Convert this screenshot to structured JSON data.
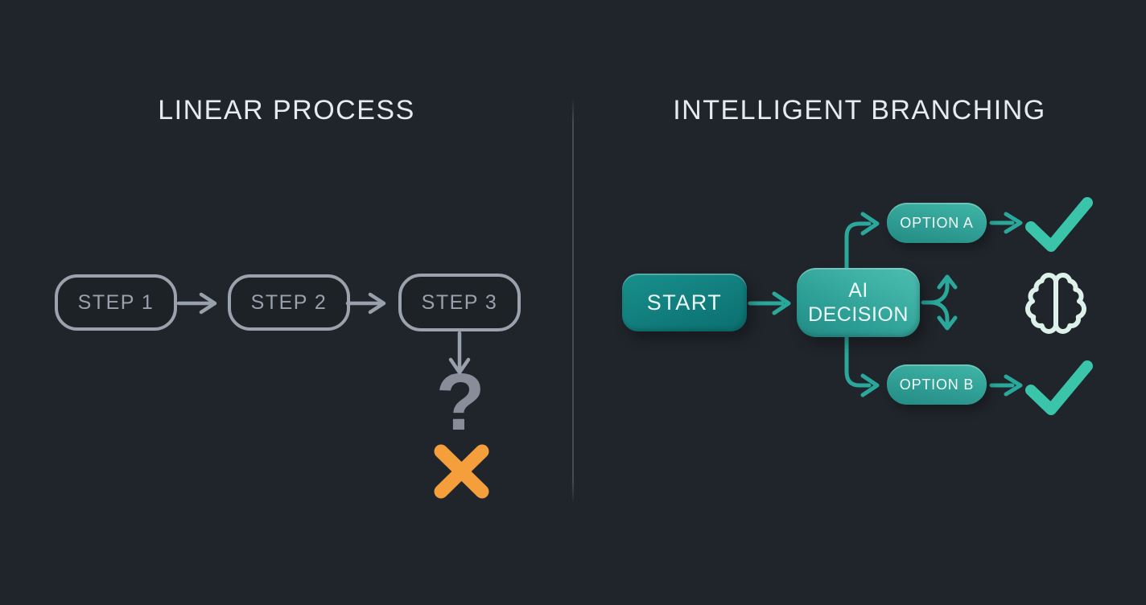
{
  "background_color": "#20252b",
  "divider_color": "#454c58",
  "left_panel": {
    "title": "LINEAR PROCESS",
    "steps": [
      {
        "label": "STEP 1"
      },
      {
        "label": "STEP 2"
      },
      {
        "label": "STEP 3"
      }
    ],
    "question_mark": "?",
    "icons": [
      {
        "name": "arrow-right-icon"
      },
      {
        "name": "arrow-down-icon"
      },
      {
        "name": "x-mark-icon"
      }
    ],
    "colors": {
      "title": "#e7eaee",
      "box_border": "#9aa2ad",
      "box_text": "#99a1ac",
      "arrow": "#97a0ab",
      "question_mark": "#878e99",
      "x_mark": "#f49e3c"
    }
  },
  "right_panel": {
    "title": "INTELLIGENT BRANCHING",
    "start_label": "START",
    "decision_label_line1": "AI",
    "decision_label_line2": "DECISION",
    "options": [
      {
        "label": "OPTION A"
      },
      {
        "label": "OPTION B"
      }
    ],
    "icons": [
      {
        "name": "checkmark-icon-a"
      },
      {
        "name": "checkmark-icon-b"
      },
      {
        "name": "branch-arrows-icon"
      },
      {
        "name": "brain-icon"
      }
    ],
    "colors": {
      "title": "#e7eaee",
      "start_fill": "#0f7a7a",
      "decision_fill": "#2ea59b",
      "option_fill": "#2e9f95",
      "arrow": "#2aa89b",
      "checkmark": "#3ac5aa",
      "brain": "#ddf1ea",
      "node_text": "#eefaf7"
    }
  }
}
